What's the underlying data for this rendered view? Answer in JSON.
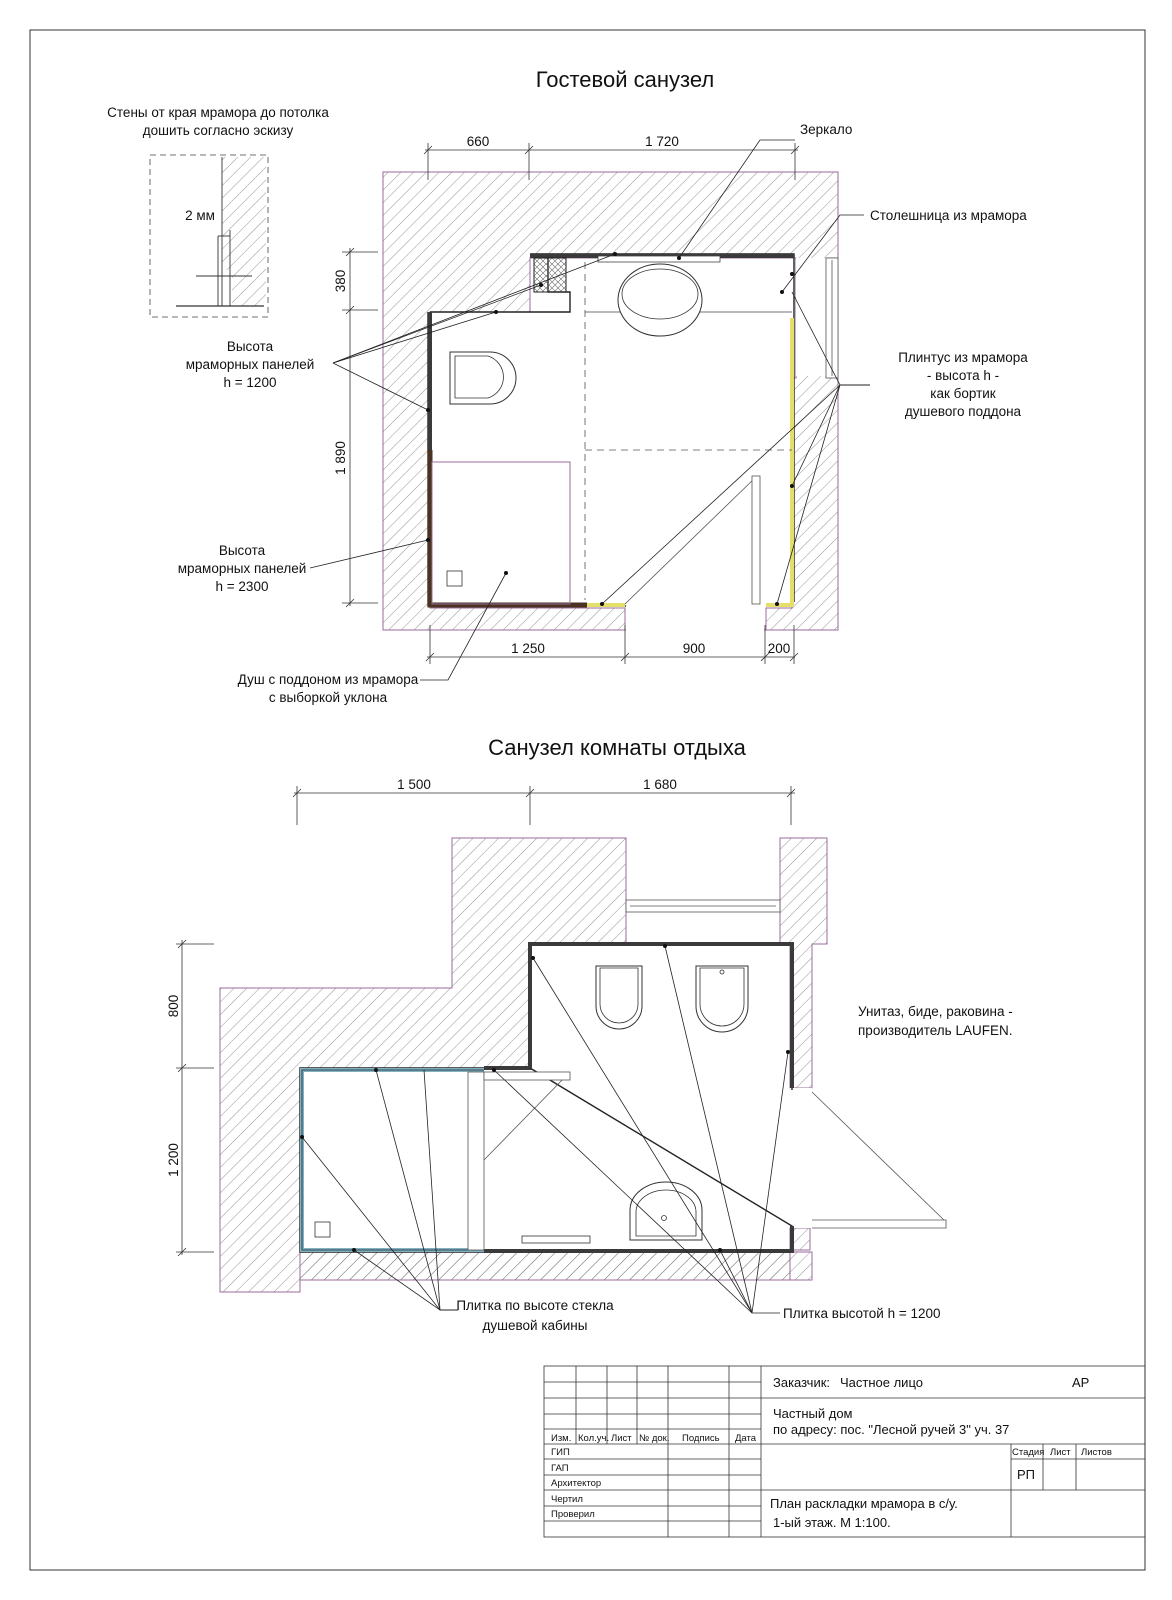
{
  "guest_bathroom": {
    "title": "Гостевой санузел",
    "inset_note_line1": "Стены от края мрамора до потолка",
    "inset_note_line2": "дошить согласно эскизу",
    "inset_gap": "2 мм",
    "dim_top_left": "660",
    "dim_top_right": "1 720",
    "dim_left_top": "380",
    "dim_left_main": "1 890",
    "dim_bottom_left": "1 250",
    "dim_bottom_mid": "900",
    "dim_bottom_right": "200",
    "label_mirror": "Зеркало",
    "label_countertop": "Столешница из мрамора",
    "label_plinth": [
      "Плинтус из мрамора",
      "- высота h -",
      "как бортик",
      "душевого поддона"
    ],
    "label_panels_1200": [
      "Высота",
      "мраморных панелей",
      "h = 1200"
    ],
    "label_panels_2300": [
      "Высота",
      "мраморных панелей",
      "h = 2300"
    ],
    "label_shower": [
      "Душ с поддоном из мрамора",
      "с выборкой уклона"
    ]
  },
  "rest_room_bathroom": {
    "title": "Санузел комнаты отдыха",
    "dim_top_left": "1 500",
    "dim_top_right": "1 680",
    "dim_left_top": "800",
    "dim_left_bottom": "1 200",
    "note_fixtures": [
      "Унитаз, биде, раковина -",
      "производитель LAUFEN."
    ],
    "label_tile_glass": [
      "Плитка по высоте стекла",
      "душевой кабины"
    ],
    "label_tile_1200": "Плитка высотой h = 1200"
  },
  "stamp": {
    "customer_label": "Заказчик:",
    "customer_value": "Частное лицо",
    "section_code": "АР",
    "project_line1": "Частный дом",
    "project_line2": "по адресу: пос. \"Лесной ручей 3\" уч. 37",
    "col_headers": [
      "Изм.",
      "Кол.уч.",
      "Лист",
      "№ док.",
      "Подпись",
      "Дата"
    ],
    "roles": [
      "ГИП",
      "ГАП",
      "Архитектор",
      "Чертил",
      "Проверил"
    ],
    "stage_header": "Стадия",
    "sheet_header": "Лист",
    "sheets_header": "Листов",
    "stage_value": "РП",
    "sheet_title_line1": "План раскладки мрамора в с/у.",
    "sheet_title_line2": "1-ый этаж. М 1:100."
  },
  "colors": {
    "wall_outline": "#9b6b9b",
    "hatch": "#555555",
    "marble_panel_low": "#3a3a3a",
    "marble_panel_high": "#4a3322",
    "plinth": "#e3df6a",
    "tile_glass": "#7fb3c4",
    "tile_1200": "#3a3a3a"
  }
}
